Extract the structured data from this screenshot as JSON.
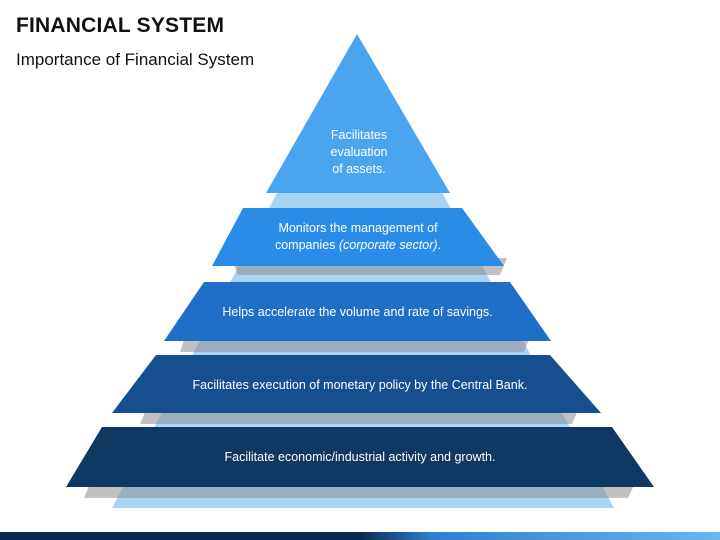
{
  "slide": {
    "title": "FINANCIAL SYSTEM",
    "subtitle": "Importance of Financial System"
  },
  "pyramid": {
    "tiers": [
      {
        "level": "top",
        "lines": [
          "Facilitates",
          "evaluation",
          "of assets."
        ],
        "color": "#4aa5ee"
      },
      {
        "level": "2",
        "line1": "Monitors the management of",
        "line2_plain": "companies ",
        "line2_italic": "(corporate sector)",
        "line2_end": ".",
        "color": "#2b8ce8"
      },
      {
        "level": "3",
        "text": "Helps accelerate the volume and rate of savings.",
        "color": "#1f6fc7"
      },
      {
        "level": "4",
        "text": "Facilitates execution of monetary policy by the Central Bank.",
        "color": "#164f8f"
      },
      {
        "level": "5",
        "text": "Facilitate economic/industrial activity and growth.",
        "color": "#0f3863"
      }
    ]
  },
  "colors": {
    "backing_light": "#a8d4f5",
    "shadow": "#8e8e8e",
    "footer_dark": "#0b2a52",
    "footer_light": "#6ab6f0"
  }
}
